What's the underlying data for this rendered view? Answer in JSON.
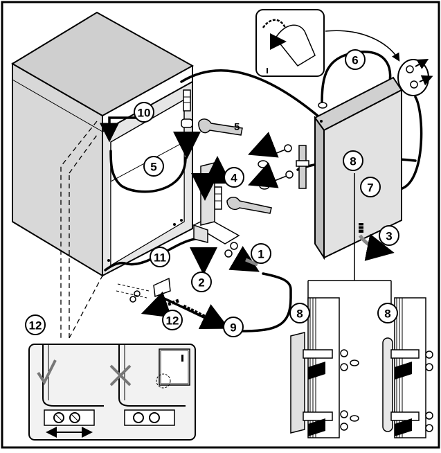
{
  "steps": [
    "1",
    "2",
    "3",
    "4",
    "5",
    "6",
    "7",
    "8",
    "9",
    "10",
    "11",
    "12"
  ],
  "tool_label": "5",
  "detail": {
    "label": "12",
    "correct_mark": "check-mark",
    "wrong_mark": "cross-mark"
  },
  "hinge_variants": [
    {
      "label": "8",
      "handle": "flat-handle"
    },
    {
      "label": "8",
      "handle": "bar-handle"
    }
  ],
  "colors": {
    "line": "#000000",
    "panel": "#d8d8d8",
    "door": "#e2e2e2",
    "cabinet_top": "#d2d2d2",
    "detail_bg": "#f2f2f2",
    "check": "#777777",
    "arrow_gray": "#888888"
  }
}
